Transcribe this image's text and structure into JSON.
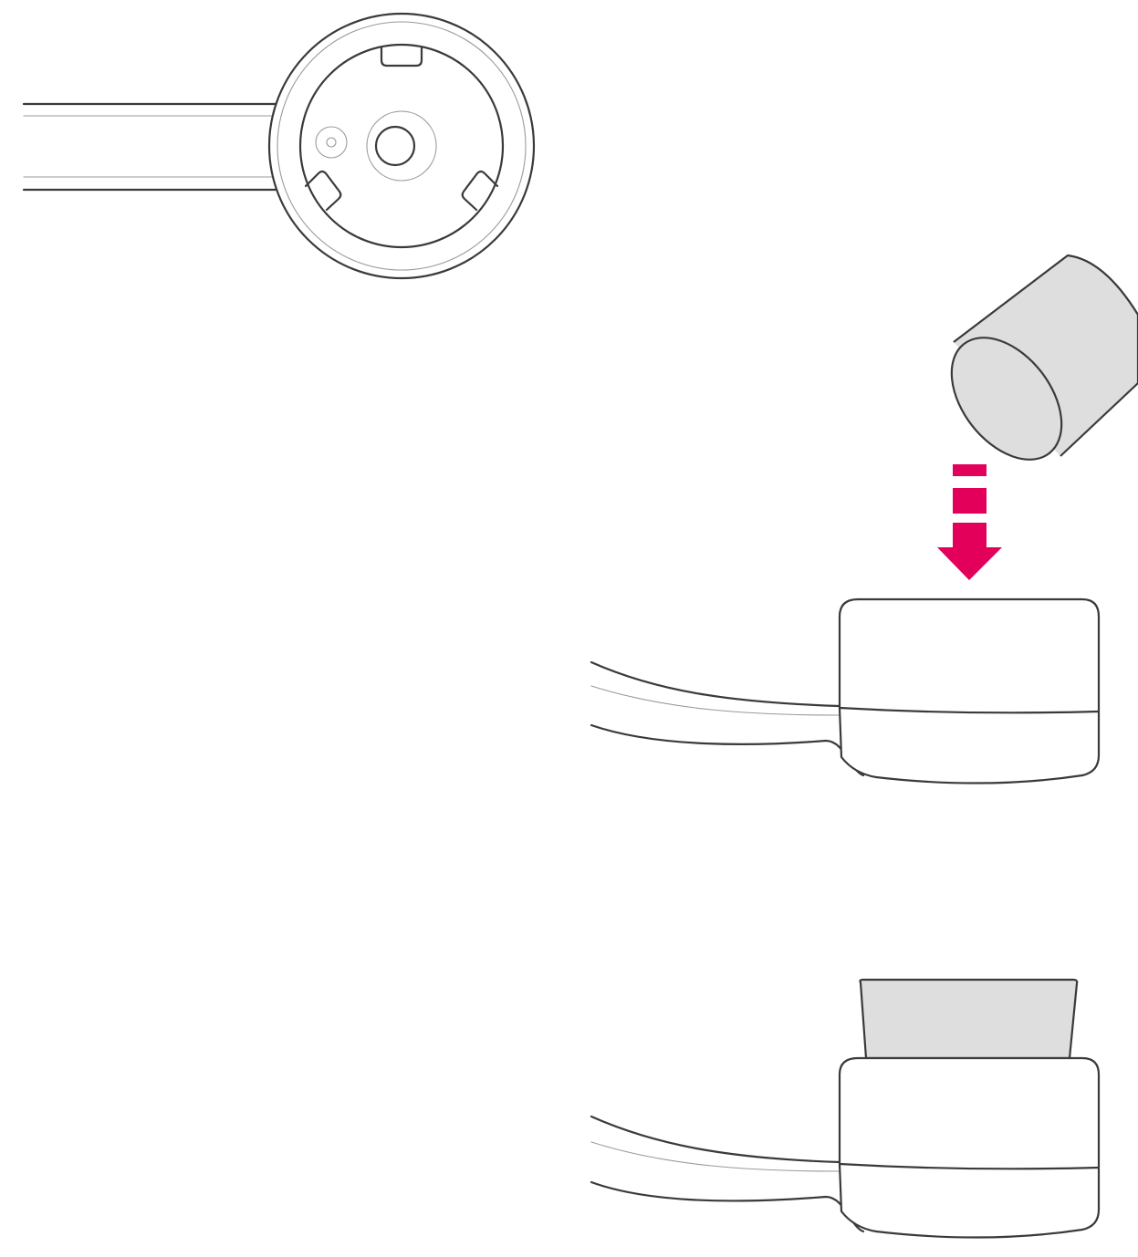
{
  "figure": {
    "colors": {
      "line": "#3a3a3a",
      "thin_line": "#9a9a9a",
      "cap_fill": "#dedede",
      "arrow": "#e2005a",
      "background": "#ffffff"
    },
    "panels": [
      {
        "id": "top-view",
        "icon": "device-head-top-view"
      },
      {
        "id": "cap-attach",
        "icon": "attach-down-arrow"
      },
      {
        "id": "cap-attached",
        "icon": "device-head-with-cap"
      }
    ]
  }
}
